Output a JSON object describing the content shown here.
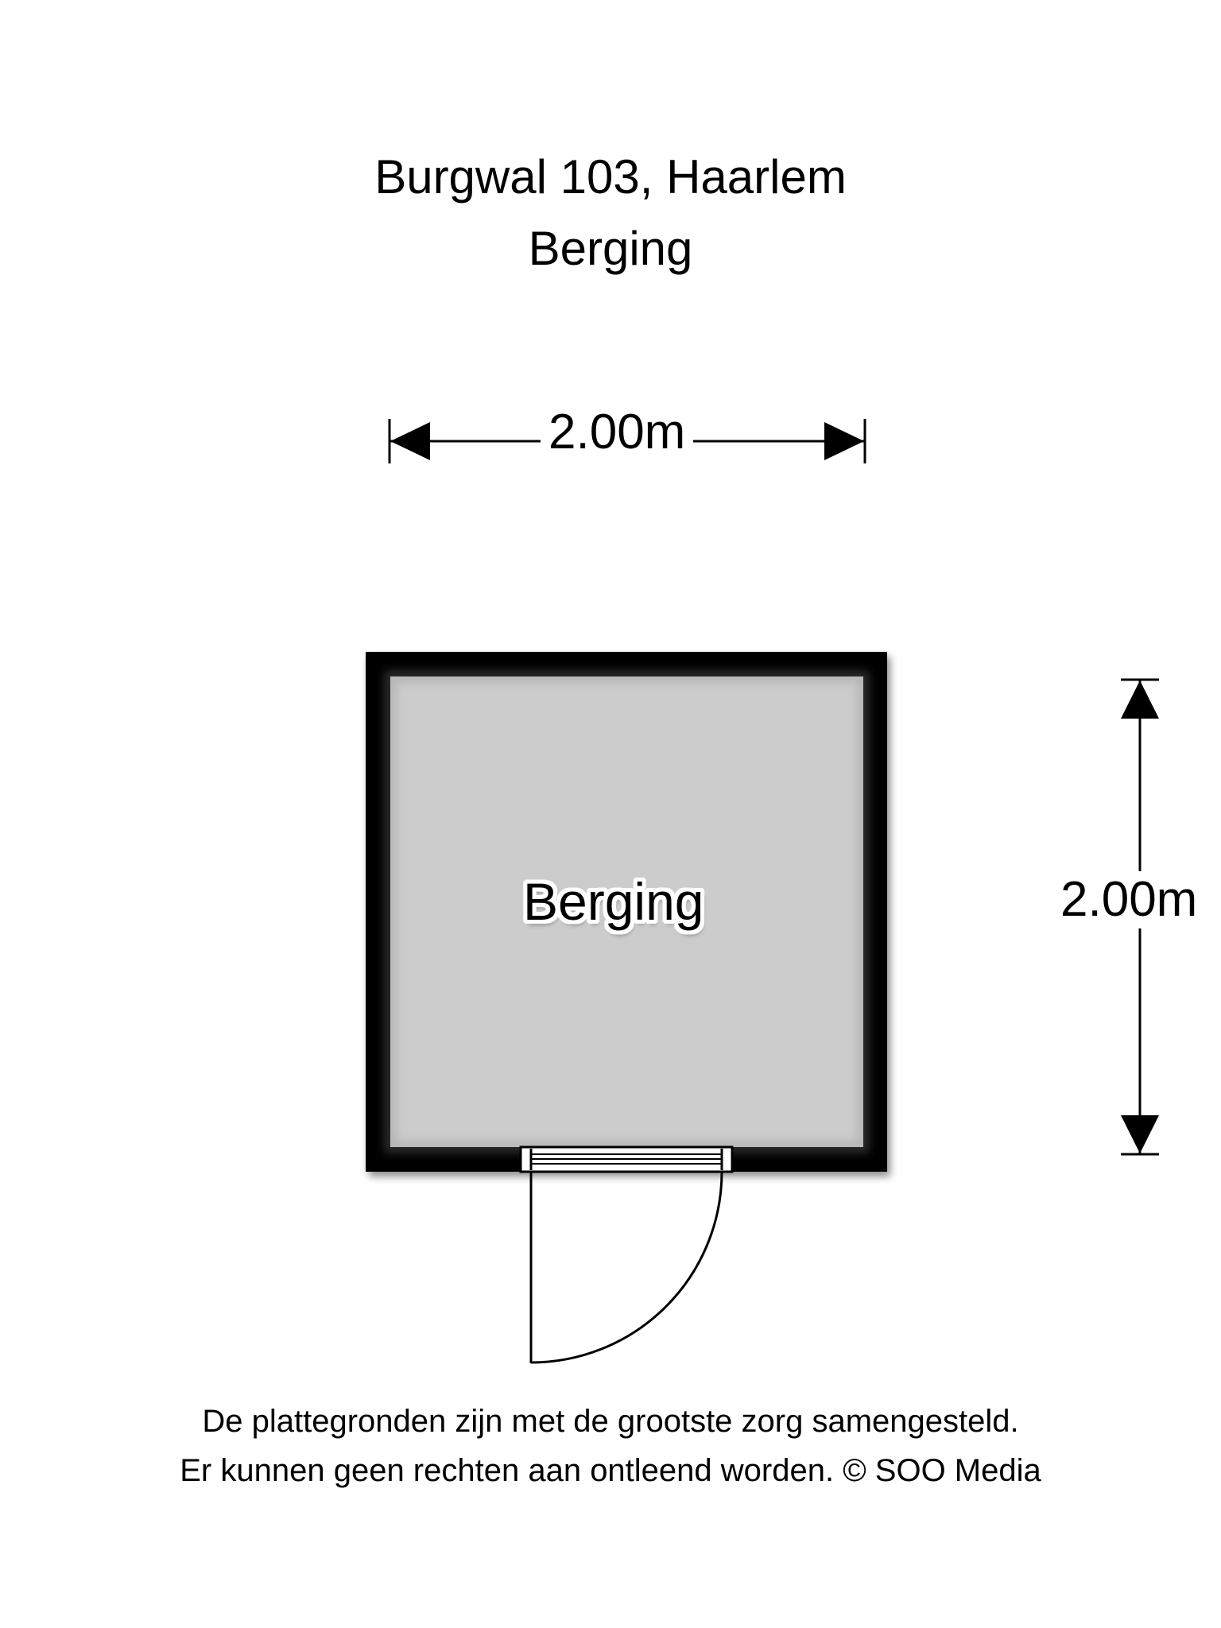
{
  "header": {
    "address": "Burgwal 103, Haarlem",
    "floor_name": "Berging"
  },
  "floorplan": {
    "rooms": [
      {
        "name": "Berging"
      }
    ],
    "dimensions": {
      "width_label": "2.00m",
      "depth_label": "2.00m"
    },
    "colors": {
      "wall": "#000000",
      "floor": "#cccccc",
      "background": "#ffffff"
    }
  },
  "footer": {
    "line1": "De plattegronden zijn met de grootste zorg samengesteld.",
    "line2": "Er kunnen geen rechten aan ontleend worden. © SOO Media"
  }
}
